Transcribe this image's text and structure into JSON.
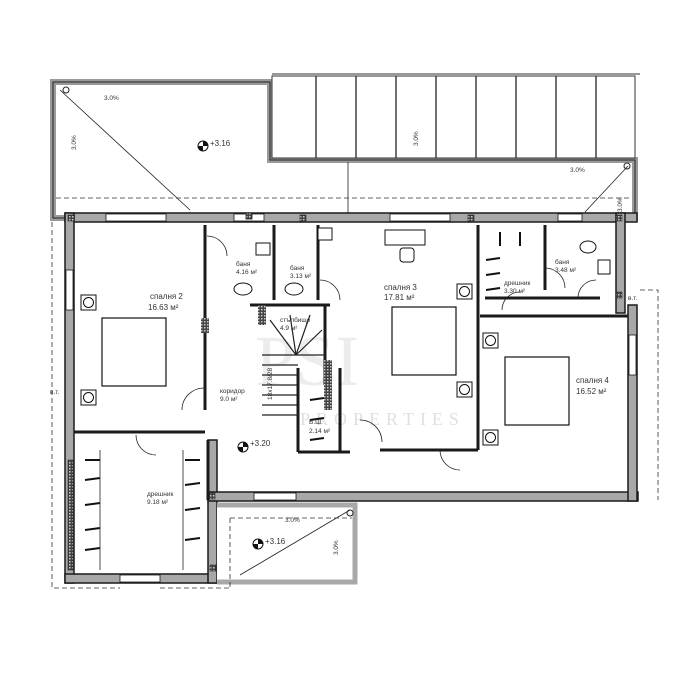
{
  "rooms": {
    "bedroom2": {
      "name": "спалня 2",
      "area": "16.63 м²"
    },
    "bath1": {
      "name": "баня",
      "area": "4.16 м²"
    },
    "bath2": {
      "name": "баня",
      "area": "3.13 м²"
    },
    "stairs": {
      "name": "стълбище",
      "area": "4.9 м²",
      "spec": "18x17.8/28"
    },
    "corridor": {
      "name": "коридор",
      "area": "9.0 м²"
    },
    "closet_small": {
      "name": "В.Ш.",
      "area": "2.14 м²"
    },
    "bedroom3": {
      "name": "спалня 3",
      "area": "17.81 м²"
    },
    "wardrobe1": {
      "name": "дрешник",
      "area": "3.30 м²"
    },
    "bath3": {
      "name": "баня",
      "area": "3.48 м²"
    },
    "bedroom4": {
      "name": "спалня 4",
      "area": "16.52 м²"
    },
    "wardrobe2": {
      "name": "дрешник",
      "area": "9.18 м²"
    }
  },
  "levels": {
    "floor": "+3.20",
    "terrace_top": "+3.16",
    "terrace_bottom": "+3.16"
  },
  "slopes": {
    "s1": "3.0%",
    "s2": "3.0%",
    "s3": "3.0%",
    "s4": "3.0%",
    "s5": "3.0%",
    "s6": "3.0%",
    "s7": "3.0%"
  },
  "downpipe": {
    "right": "в.т.",
    "left": "в.т."
  },
  "watermark": {
    "logo": "PSI",
    "sub": "PROPERTIES"
  },
  "colors": {
    "wall": "#1a1a1a",
    "wall_fill": "#a8a8a8",
    "hatch": "#555555"
  }
}
